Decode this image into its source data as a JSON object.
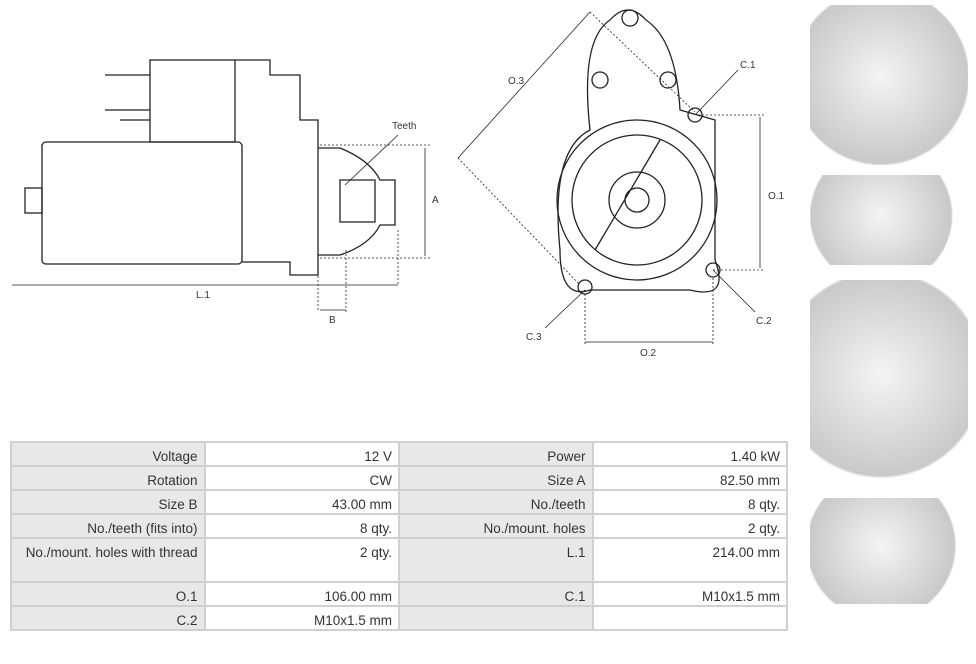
{
  "drawing_labels": {
    "teeth": "Teeth",
    "a": "A",
    "b": "B",
    "l1": "L.1",
    "o1": "O.1",
    "o2": "O.2",
    "o3": "O.3",
    "c1": "C.1",
    "c2": "C.2",
    "c3": "C.3"
  },
  "specs": [
    [
      {
        "k": "Voltage",
        "v": "12 V"
      },
      {
        "k": "Power",
        "v": "1.40 kW"
      }
    ],
    [
      {
        "k": "Rotation",
        "v": "CW"
      },
      {
        "k": "Size A",
        "v": "82.50 mm"
      }
    ],
    [
      {
        "k": "Size B",
        "v": "43.00 mm"
      },
      {
        "k": "No./teeth",
        "v": "8 qty."
      }
    ],
    [
      {
        "k": "No./teeth (fits into)",
        "v": "8 qty."
      },
      {
        "k": "No./mount. holes",
        "v": "2 qty."
      }
    ],
    [
      {
        "k": "No./mount. holes with thread",
        "v": "2 qty."
      },
      {
        "k": "L.1",
        "v": "214.00 mm"
      }
    ],
    [
      {
        "k": "O.1",
        "v": "106.00 mm"
      },
      {
        "k": "C.1",
        "v": "M10x1.5 mm"
      }
    ],
    [
      {
        "k": "C.2",
        "v": "M10x1.5 mm"
      },
      {
        "k": "",
        "v": ""
      }
    ]
  ]
}
